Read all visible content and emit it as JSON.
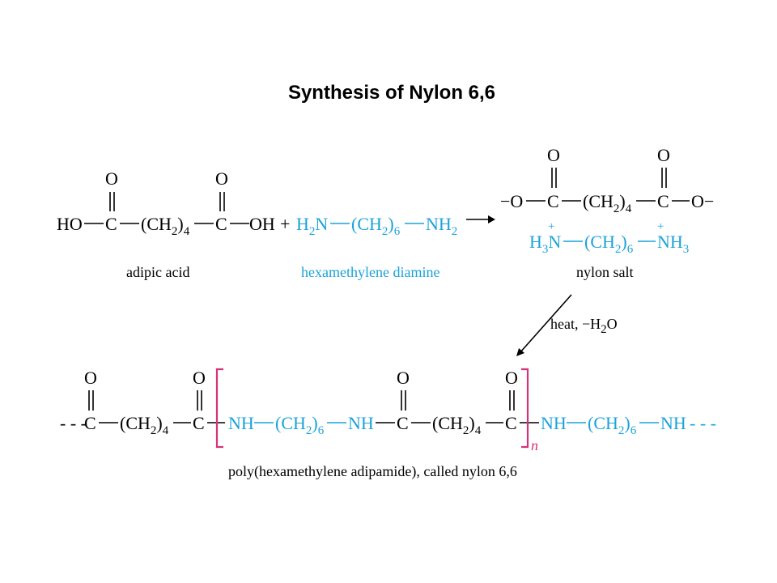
{
  "title": "Synthesis of Nylon 6,6",
  "colors": {
    "ink": "#000000",
    "amine": "#1aa3d9",
    "bracket": "#d4337a"
  },
  "atoms": {
    "O": "O",
    "C": "C",
    "HO": "HO",
    "OH": "OH",
    "NH": "NH",
    "CH2": "(CH",
    "sub2": "2",
    "close": ")",
    "sub4": "4",
    "sub6": "6",
    "sub3": "3",
    "H2N_H": "H",
    "H2N_N": "N",
    "NH2_N": "NH",
    "H3N_H": "H",
    "H3N_N": "N",
    "NH3_N": "NH",
    "plus": "+",
    "arrow": "⟶",
    "neg_O": "−O",
    "O_neg": "O−",
    "charge_plus": "+",
    "dash": "- - -",
    "n": "n"
  },
  "labels": {
    "adipic_acid": "adipic acid",
    "diamine": "hexamethylene diamine",
    "nylon_salt": "nylon salt",
    "condition": "heat, −H",
    "condition_sub": "2",
    "condition_end": "O",
    "product": "poly(hexamethylene adipamide), called nylon 6,6"
  }
}
